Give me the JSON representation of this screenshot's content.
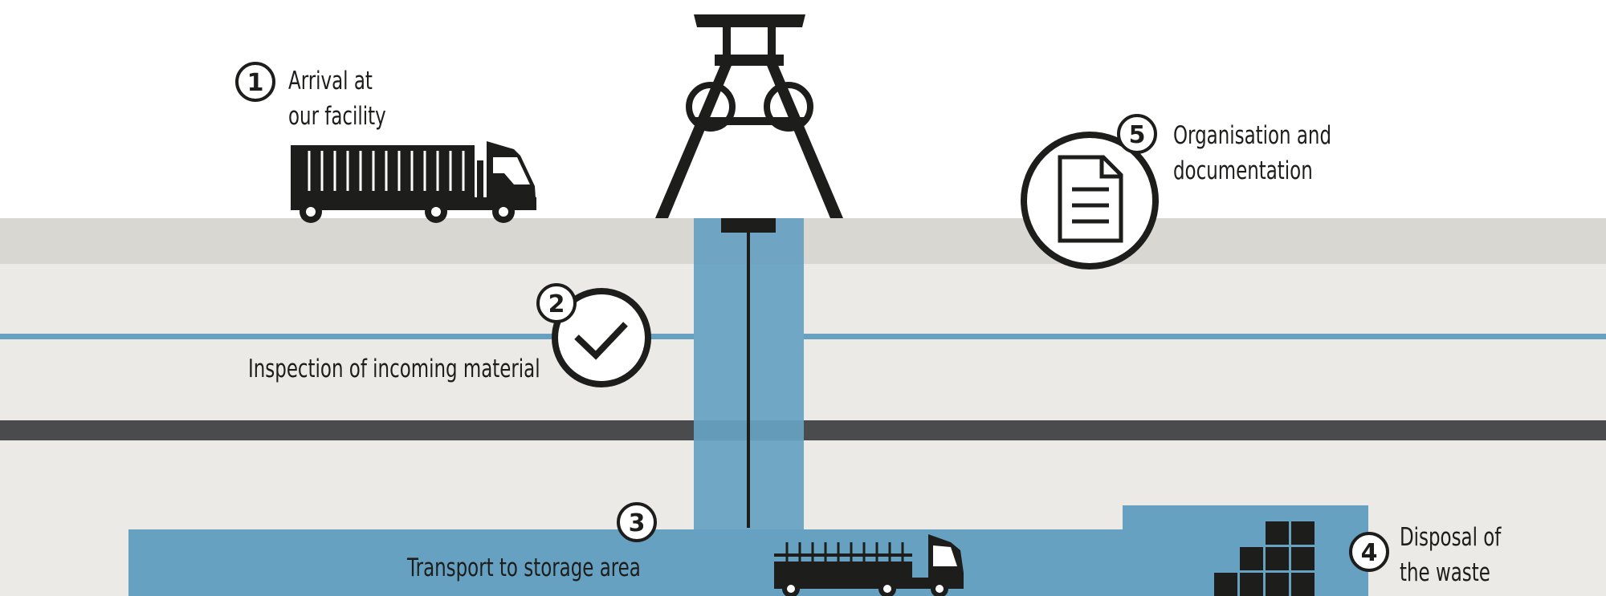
{
  "steps": [
    {
      "number": "1",
      "lines": [
        "Arrival at",
        "our facility"
      ]
    },
    {
      "number": "2",
      "lines": [
        "Inspection of incoming material"
      ]
    },
    {
      "number": "3",
      "lines": [
        "Transport to storage area"
      ]
    },
    {
      "number": "4",
      "lines": [
        "Disposal of",
        "the waste"
      ]
    },
    {
      "number": "5",
      "lines": [
        "Organisation and",
        "documentation"
      ]
    }
  ],
  "icons": [
    "truck-icon",
    "headframe-icon",
    "checkmark-icon",
    "document-icon",
    "flatbed-truck-icon",
    "container-stack-icon"
  ],
  "colors": {
    "surface_band": "#d8d7d2",
    "underground": "#ebeae6",
    "shaft_blue": "#66a1c1",
    "dark_seam": "#4a4b4d",
    "ink": "#1d1d1b"
  }
}
